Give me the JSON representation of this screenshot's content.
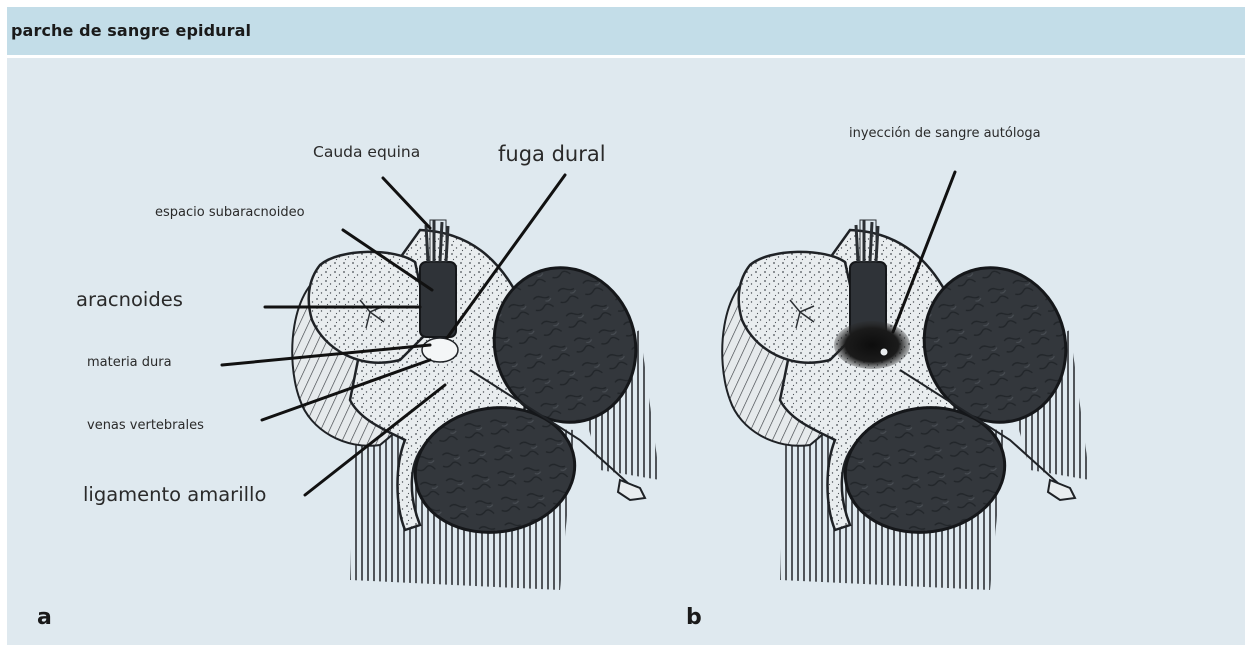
{
  "header": {
    "title": "parche de sangre epidural"
  },
  "panel_a": {
    "letter": "a",
    "labels": {
      "cauda_equina": "Cauda equina",
      "fuga_dural": "fuga dural",
      "espacio_subaracnoideo": "espacio subaracnoideo",
      "aracnoides": "aracnoides",
      "materia_dura": "materia dura",
      "venas_vertebrales": "venas vertebrales",
      "ligamento_amarillo": "ligamento amarillo"
    }
  },
  "panel_b": {
    "letter": "b",
    "labels": {
      "inyeccion": "inyección de sangre autóloga"
    }
  },
  "colors": {
    "header_bg": "#c3dde8",
    "panel_bg": "#dfe9ef",
    "ink": "#1a1a1a",
    "dark_tissue": "#2f3338",
    "light_tissue": "#e8ecee"
  }
}
